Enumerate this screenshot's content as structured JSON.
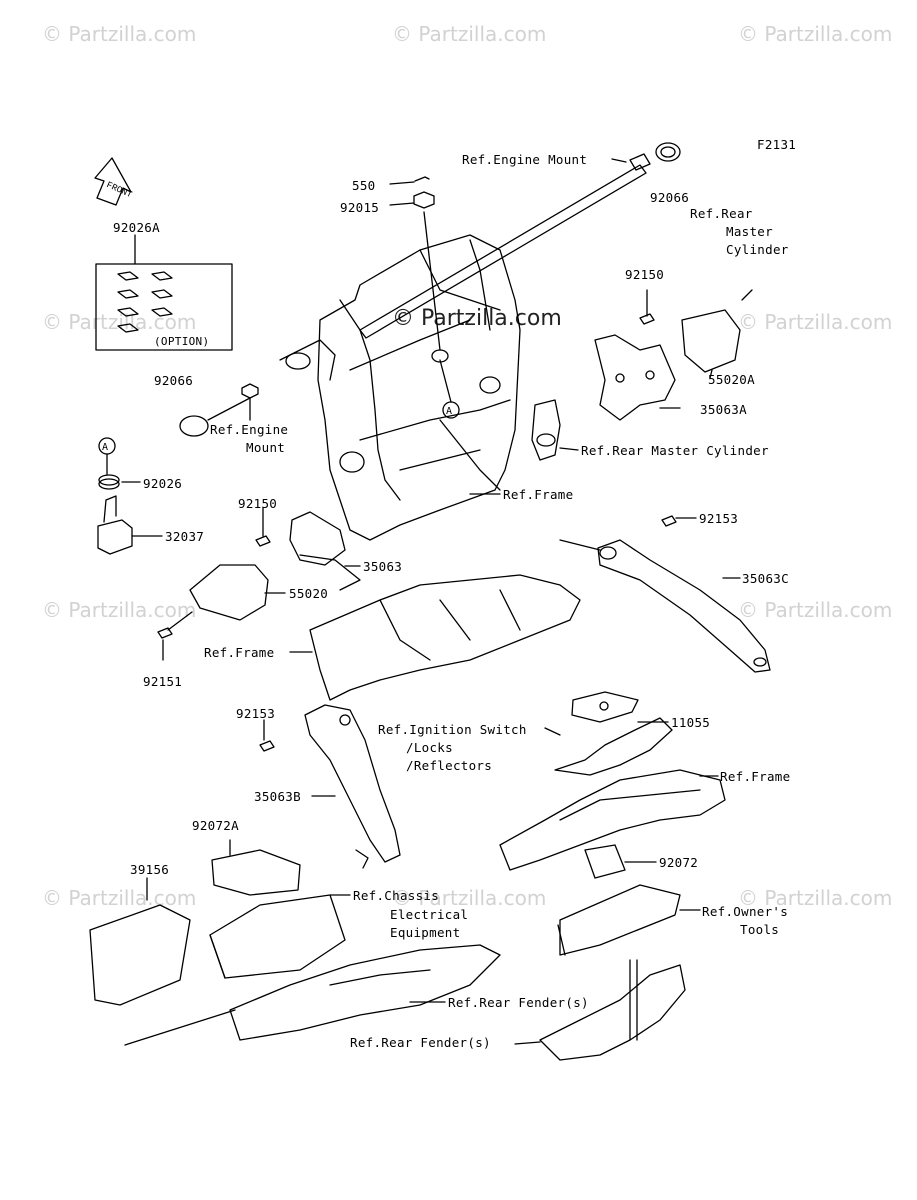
{
  "diagram_code": "F2131",
  "watermark_text": "© Partzilla.com",
  "front_label": "FRONT",
  "callout_marker": "A",
  "option_label": "(OPTION)",
  "labels": {
    "ref_engine_mount_top": "Ref.Engine Mount",
    "p550": "550",
    "p92015": "92015",
    "p92066_top": "92066",
    "ref_rear_master_cyl_1": "Ref.Rear",
    "ref_rear_master_cyl_2": "Master",
    "ref_rear_master_cyl_3": "Cylinder",
    "p92026A": "92026A",
    "p92150_top": "92150",
    "p55020A": "55020A",
    "p35063A": "35063A",
    "ref_rear_master_cyl_full": "Ref.Rear Master Cylinder",
    "p92066_left": "92066",
    "ref_engine_mount_left_1": "Ref.Engine",
    "ref_engine_mount_left_2": "Mount",
    "p92026": "92026",
    "ref_frame_1": "Ref.Frame",
    "p92150_left": "92150",
    "p32037": "32037",
    "p35063": "35063",
    "p92153_right": "92153",
    "p35063C": "35063C",
    "p55020": "55020",
    "ref_frame_2": "Ref.Frame",
    "p92151": "92151",
    "p92153_left": "92153",
    "ref_ignition_1": "Ref.Ignition Switch",
    "ref_ignition_2": "/Locks",
    "ref_ignition_3": "/Reflectors",
    "p11055": "11055",
    "ref_frame_3": "Ref.Frame",
    "p35063B": "35063B",
    "p92072A": "92072A",
    "p39156": "39156",
    "p92072": "92072",
    "ref_chassis_1": "Ref.Chassis",
    "ref_chassis_2": "Electrical",
    "ref_chassis_3": "Equipment",
    "ref_owners_1": "Ref.Owner's",
    "ref_owners_2": "Tools",
    "ref_rear_fender_1": "Ref.Rear Fender(s)",
    "ref_rear_fender_2": "Ref.Rear Fender(s)"
  }
}
